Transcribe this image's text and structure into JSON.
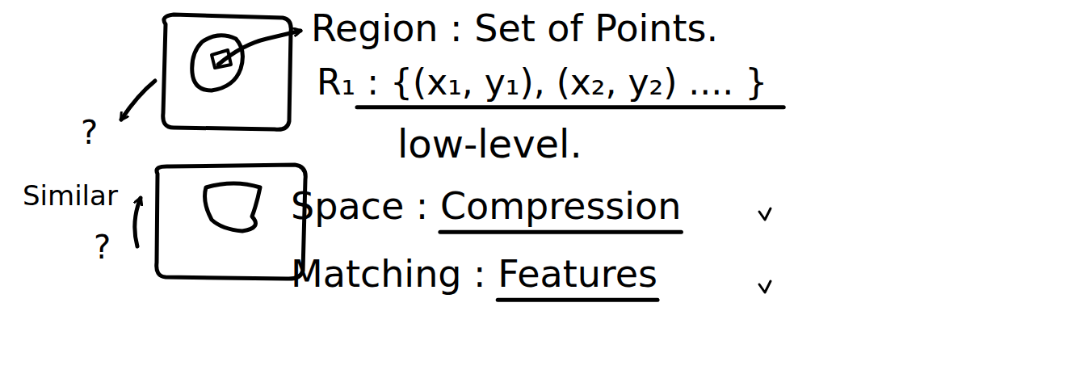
{
  "diagram": {
    "labels": [
      "Region : Set of Points.",
      "R₁ : {(x₁, y₁), (x₂, y₂) .... }",
      "low-level.",
      "Space : Compression",
      "Matching : Features",
      "?",
      "Similar",
      "?"
    ]
  }
}
